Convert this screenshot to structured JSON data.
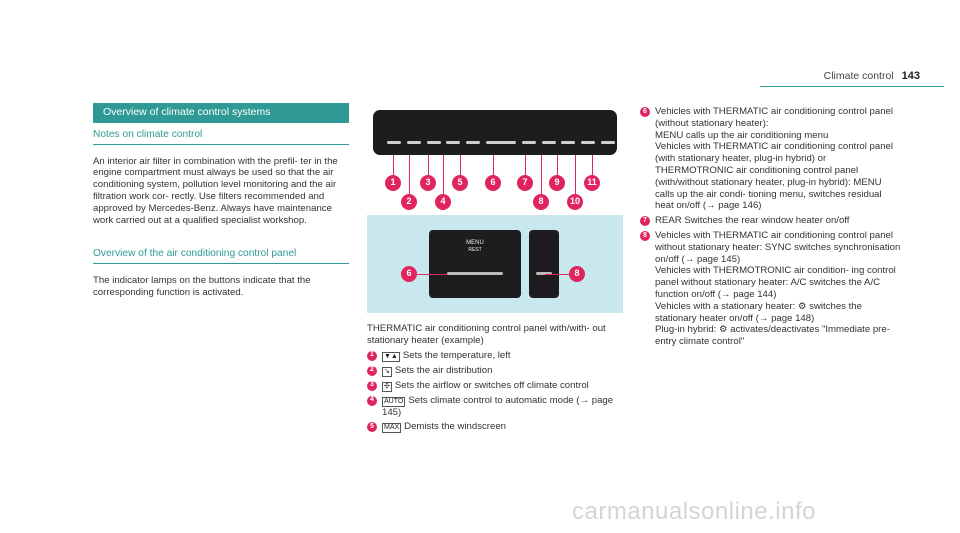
{
  "header": {
    "chapter": "Climate control",
    "page_number": "143"
  },
  "col1": {
    "section_title": "Overview of climate control systems",
    "notes_heading": "Notes on climate control",
    "notes_text": "An interior air filter in combination with the prefil- ter in the engine compartment must always be used so that the air conditioning system, pollution level monitoring and the air filtration work cor- rectly. Use filters recommended and approved by Mercedes-Benz. Always have maintenance work carried out at a qualified specialist workshop.",
    "overview_heading": "Overview of the air conditioning control panel",
    "overview_text": "The indicator lamps on the buttons indicate that the corresponding function is activated."
  },
  "figure": {
    "callouts_top": [
      "1",
      "3",
      "5",
      "6",
      "7",
      "9",
      "11"
    ],
    "callouts_bottom": [
      "2",
      "4",
      "8",
      "10"
    ],
    "detail_callouts": [
      "6",
      "8"
    ],
    "menu_label": "MENU",
    "rest_label": "REST"
  },
  "col2": {
    "caption": "THERMATIC air conditioning control panel with/with- out stationary heater (example)",
    "items": [
      {
        "num": "1",
        "icon": "▼▲",
        "text": "Sets the temperature, left"
      },
      {
        "num": "2",
        "icon": "↘",
        "text": "Sets the air distribution"
      },
      {
        "num": "3",
        "icon": "✣",
        "text": "Sets the airflow or switches off climate control"
      },
      {
        "num": "4",
        "icon": "AUTO",
        "text": "Sets climate control to automatic mode (→ page 145)"
      },
      {
        "num": "5",
        "icon": "MAX",
        "text": "Demists the windscreen"
      }
    ]
  },
  "col3": {
    "items": [
      {
        "num": "6",
        "lines": [
          "Vehicles with THERMATIC air conditioning control panel (without stationary heater):",
          "MENU calls up the air conditioning menu",
          "Vehicles with THERMATIC air conditioning control panel (with stationary heater, plug-in hybrid) or THERMOTRONIC air conditioning control panel (with/without stationary heater, plug-in hybrid): MENU calls up the air condi- tioning menu, switches residual heat on/off (→ page 146)"
        ]
      },
      {
        "num": "7",
        "lines": [
          "REAR Switches the rear window heater on/off"
        ]
      },
      {
        "num": "8",
        "lines": [
          "Vehicles with THERMATIC air conditioning control panel without stationary heater: SYNC switches synchronisation on/off (→ page 145)",
          "Vehicles with THERMOTRONIC air condition- ing control panel without stationary heater: A/C switches the A/C function on/off (→ page 144)",
          "Vehicles with a stationary heater: ⚙ switches the stationary heater on/off (→ page 148)",
          "Plug-in hybrid: ⚙ activates/deactivates \"Immediate pre-entry climate control\""
        ]
      }
    ]
  },
  "watermark": "carmanualsonline.info",
  "colors": {
    "accent": "#2f9a95",
    "callout": "#e0245e"
  }
}
